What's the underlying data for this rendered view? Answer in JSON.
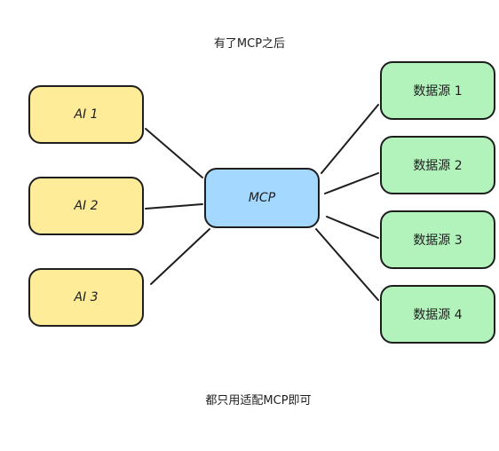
{
  "diagram": {
    "title": "有了MCP之后",
    "footer": "都只用适配MCP即可",
    "hub": {
      "label": "MCP",
      "color": "#a5d8ff"
    },
    "ai_nodes": [
      {
        "label": "AI 1",
        "color": "#ffec99"
      },
      {
        "label": "AI 2",
        "color": "#ffec99"
      },
      {
        "label": "AI 3",
        "color": "#ffec99"
      }
    ],
    "data_sources": [
      {
        "label": "数据源 1",
        "color": "#b2f2bb"
      },
      {
        "label": "数据源 2",
        "color": "#b2f2bb"
      },
      {
        "label": "数据源 3",
        "color": "#b2f2bb"
      },
      {
        "label": "数据源 4",
        "color": "#b2f2bb"
      }
    ],
    "stroke_color": "#1e1e1e"
  }
}
